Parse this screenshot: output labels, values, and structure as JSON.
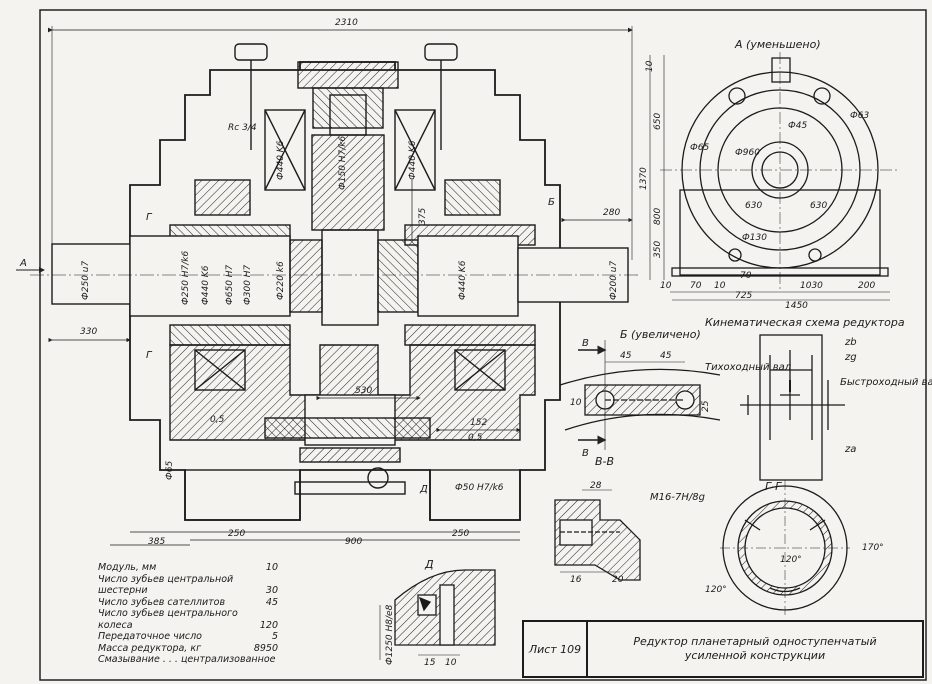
{
  "drawing": {
    "main_dims": {
      "overall_length": "2310",
      "left_overhang": "330",
      "foot_offset": "385",
      "bolt_pitch": "900",
      "foot_left": "250",
      "foot_right": "250",
      "right_shaft_len": "280",
      "center_span": "530",
      "shaft_step": "152",
      "gap_left": "0,5",
      "gap_right": "0,5",
      "height_375": "375",
      "bolt_dia": "Ф65",
      "input_shaft": "Ф250 u7",
      "output_shaft": "Ф200 u7",
      "bore_250": "Ф250 H7/k6",
      "bore_440": "Ф440 K6",
      "bore_650": "Ф650 H7",
      "bore_300": "Ф300 H7",
      "bore_220": "Ф220 k6",
      "bore_440_right": "Ф440 K6",
      "gear_440_top": "Ф440 K6",
      "gear_150": "Ф150 H7/k6",
      "gear_440_top_right": "Ф440 K6",
      "pin_50": "Ф50 H7/k6",
      "thread_rc": "Rc 3/4",
      "arrow_a": "A",
      "section_g_left": "Г",
      "section_g_left2": "Г",
      "section_b_right": "Б",
      "detail_d": "Д"
    },
    "view_a": {
      "title": "А (уменьшено)",
      "dims": {
        "h_1370": "1370",
        "h_650": "650",
        "h_800": "800",
        "h_350": "350",
        "h_10": "10",
        "h_70": "70",
        "h_10b": "10",
        "w_725": "725",
        "w_1450": "1450",
        "w_1030": "1030",
        "w_200": "200",
        "w_70": "70",
        "w_10": "10",
        "d_960": "Ф960",
        "d_130": "Ф130",
        "d_45": "Ф45",
        "d_63": "Ф63",
        "r_630a": "630",
        "r_630b": "630",
        "d_65": "Ф65"
      }
    },
    "view_b": {
      "title": "Б (увеличено)",
      "cut_label_top": "В",
      "cut_label_bottom": "В",
      "dims": {
        "w_45a": "45",
        "w_45b": "45",
        "h_10": "10",
        "h_25": "25"
      }
    },
    "kinematic": {
      "title": "Кинематическая схема редуктора",
      "slow_shaft": "Тихоходный вал",
      "fast_shaft": "Быстроходный вал",
      "z_b": "zb",
      "z_g": "zg",
      "z_a": "za"
    },
    "section_vv": {
      "title": "В-В",
      "thread": "М16-7Н/8g",
      "dims": {
        "w_28": "28",
        "w_16": "16",
        "w_20": "20"
      }
    },
    "section_gg": {
      "title": "Г-Г",
      "angle_inner": "120°",
      "angle_left": "120°",
      "angle_right": "170°"
    },
    "detail_d": {
      "title": "Д",
      "fit": "Ф1250 H8/e8",
      "dims": {
        "w_15": "15",
        "w_10": "10"
      }
    }
  },
  "spec": {
    "rows": [
      {
        "label": "Модуль, мм",
        "value": "10"
      },
      {
        "label": "Число зубьев центральной",
        "value": ""
      },
      {
        "label": "шестерни",
        "value": "30"
      },
      {
        "label": "Число зубьев сателлитов",
        "value": "45"
      },
      {
        "label": "Число зубьев центрального",
        "value": ""
      },
      {
        "label": "колеса",
        "value": "120"
      },
      {
        "label": "Передаточное число",
        "value": "5"
      },
      {
        "label": "Масса редуктора, кг",
        "value": "8950"
      },
      {
        "label": "Смазывание . . . централизованное",
        "value": ""
      }
    ]
  },
  "title_block": {
    "sheet": "Лист 109",
    "title_line1": "Редуктор планетарный одноступенчатый",
    "title_line2": "усиленной конструкции"
  }
}
